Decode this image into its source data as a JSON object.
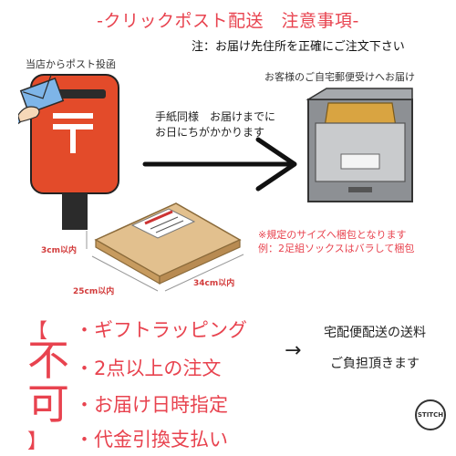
{
  "header": {
    "title": "-クリックポスト配送　注意事項-",
    "notice": "注：お届け先住所を正確にご注文下さい"
  },
  "diagram": {
    "post_caption": "当店からポスト投函",
    "transit_line1": "手紙同様　お届けまでに",
    "transit_line2": "お日にちがかかります",
    "mailbox_caption": "お客様のご自宅郵便受けへお届け",
    "size_note_line1": "※規定のサイズへ梱包となります",
    "size_note_line2": "例：2足組ソックスはバラして梱包",
    "dim_height": "3cm以内",
    "dim_width": "25cm以内",
    "dim_length": "34cm以内"
  },
  "restrictions": {
    "bracket_open": "【",
    "char1": "不",
    "char2": "可",
    "bracket_close": "】",
    "items": [
      "・ギフトラッピング",
      "・2点以上の注文",
      "・お届け日時指定",
      "・代金引換支払い"
    ],
    "arrow": "→",
    "alt_line1": "宅配便配送の送料",
    "alt_line2": "ご負担頂きます"
  },
  "logo": {
    "text": "STITCH"
  },
  "colors": {
    "accent": "#e8434f",
    "postbox_red": "#e34b2a",
    "cardboard": "#d8b47e",
    "mailbox_gray": "#8d9094"
  }
}
